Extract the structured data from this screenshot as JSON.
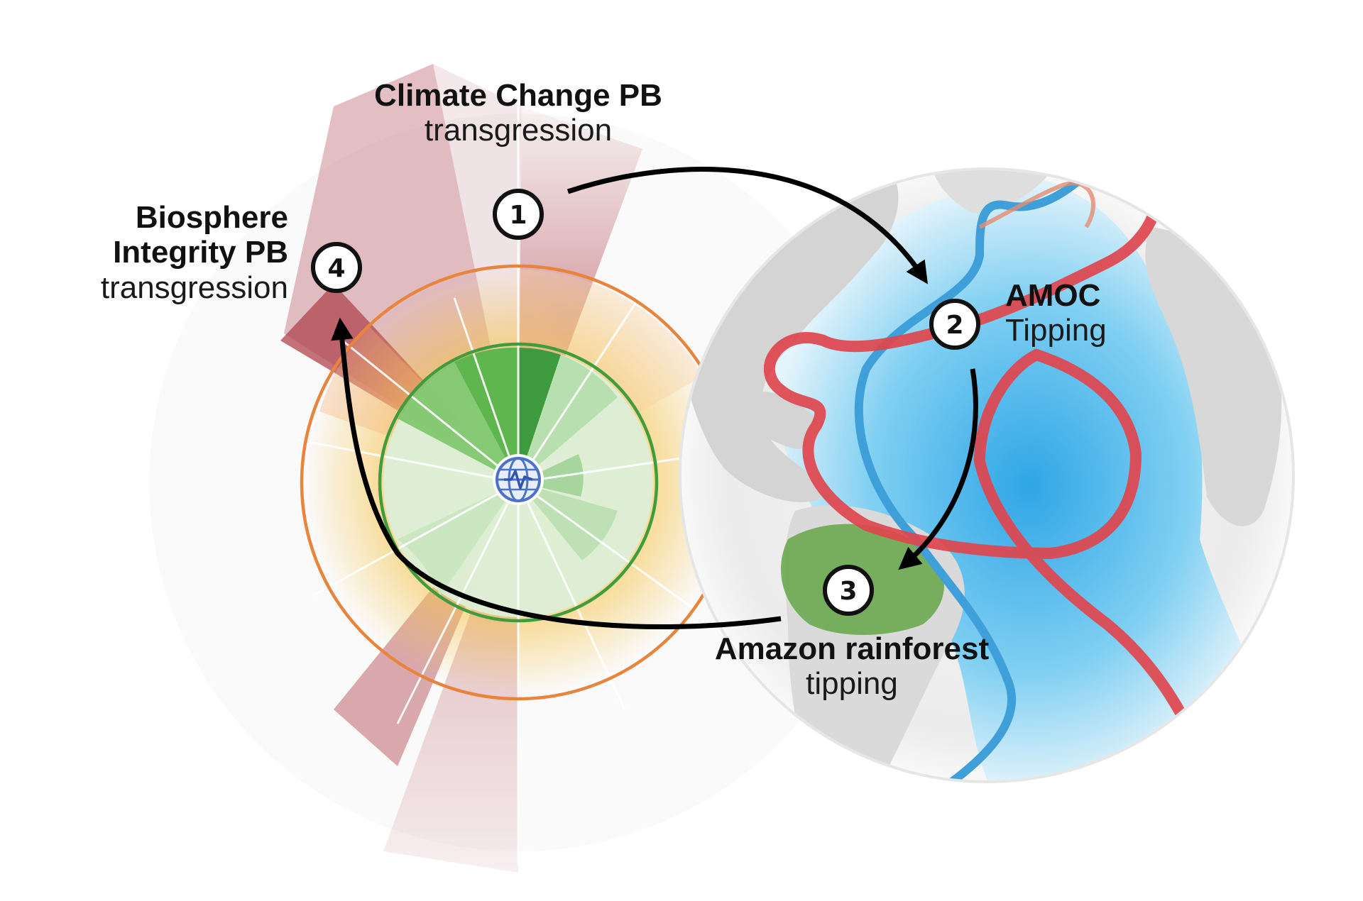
{
  "labels": {
    "climate_change": {
      "title": "Climate Change PB",
      "subtitle": "transgression"
    },
    "biosphere": {
      "title_line1": "Biosphere",
      "title_line2": "Integrity PB",
      "subtitle": "transgression"
    },
    "amoc": {
      "title": "AMOC",
      "subtitle": "Tipping"
    },
    "amazon": {
      "title": "Amazon rainforest",
      "subtitle": "tipping"
    }
  },
  "badges": [
    "1",
    "2",
    "3",
    "4"
  ],
  "icons": {
    "center": "globe-pulse-icon",
    "arrows": [
      "arrow-1-to-2",
      "arrow-2-to-3",
      "arrow-3-to-4"
    ]
  },
  "colors": {
    "safe_green": "#3f9c3f",
    "boundary_orange": "#e8843c",
    "transgression_red": "#b8505a",
    "ocean_blue": "#5fc0ee",
    "warm_current": "#e0454d",
    "cold_current": "#3f9fd9",
    "land_grey": "#d9d9d9",
    "rainforest_green": "#6aa84f"
  }
}
